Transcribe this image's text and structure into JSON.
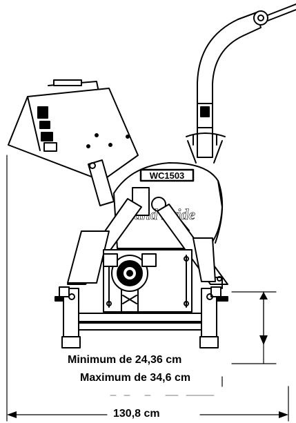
{
  "model_plate": "WC1503",
  "brand_logo": "Land Pride",
  "dimensions": {
    "height_min": "Minimum de 24,36 cm",
    "height_max": "Maximum de 34,6 cm",
    "overall_width": "130,8 cm"
  },
  "colors": {
    "line": "#000000",
    "background": "#ffffff"
  }
}
